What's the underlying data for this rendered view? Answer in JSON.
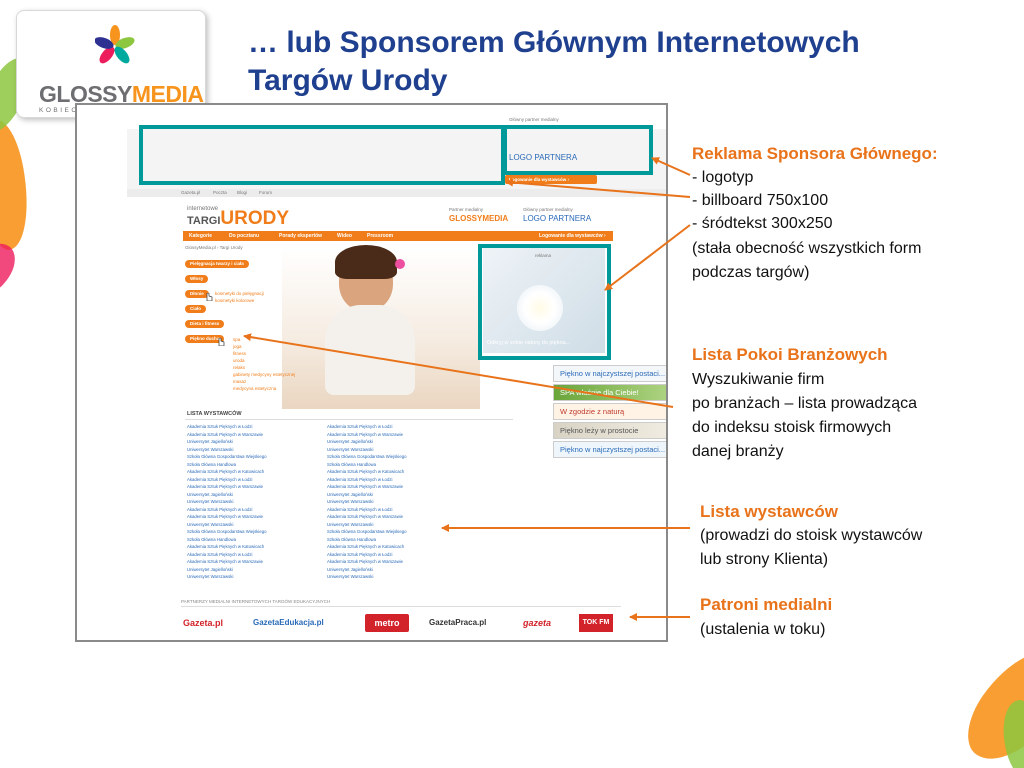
{
  "logo": {
    "word_glossy": "GLOSSY",
    "word_media": "MEDIA",
    "tagline": "KOBIECA STRONA INTERNETU"
  },
  "title": "… lub Sponsorem Głównym Internetowych Targów Urody",
  "website": {
    "top_partner_label": "Główny partner medialny",
    "top_partner_logo": "LOGO PARTNERA",
    "top_login": "Logowanie dla wystawców ›",
    "top_links": [
      "Gazeta.pl",
      "Poczta",
      "Blogi",
      "Forum"
    ],
    "site_name_prefix": "TARGI",
    "site_name": "URODY",
    "site_name_small": "internetowe",
    "header_partner_label_1": "Partner medialny",
    "header_partner_glossy": "GLOSSYMEDIA",
    "header_partner_label_2": "Główny partner medialny",
    "header_partner_logo": "LOGO PARTNERA",
    "nav": [
      "Kategorie",
      "Do pocztanu",
      "Porady ekspertów",
      "Wideo",
      "Pressroom"
    ],
    "nav_login": "Logowanie dla wystawców ›",
    "breadcrumb": "GlossyMedia.pl › Targi Urody",
    "categories": [
      "Pielęgnacja twarzy i ciała",
      "Włosy",
      "Dłonie",
      "Ciało",
      "Dieta i fitness",
      "Piękno ducha"
    ],
    "sub_dlonie": [
      "kosmetyki do pielęgnacji",
      "kosmetyki kolorowe"
    ],
    "sub_pieknoducha": [
      "spa",
      "joga",
      "fitness",
      "uroda",
      "relaks",
      "gabinety medycyny estetycznej",
      "masaż",
      "medycyna estetyczna"
    ],
    "ad_label": "reklama",
    "ad_caption": "Odkryj w sobie naturę do piękna...",
    "exhibitors_heading": "LISTA WYSTAWCÓW",
    "exhibitors_col1": [
      "Akademia Sztuk Pięknych w Łodzi",
      "Akademia Sztuk Pięknych w Warszawie",
      "Uniwersytet Jagielloński",
      "Uniwersytet Warszawski",
      "Szkoła Główna Gospodarstwa Wiejskiego",
      "Szkoła Główna Handlowa",
      "Akademia Sztuk Pięknych w Katowicach",
      "Akademia Sztuk Pięknych w Łodzi",
      "Akademia Sztuk Pięknych w Warszawie",
      "Uniwersytet Jagielloński",
      "Uniwersytet Warszawski",
      "Akademia Sztuk Pięknych w Łodzi",
      "Akademia Sztuk Pięknych w Warszawie",
      "Uniwersytet Warszawski",
      "Szkoła Główna Gospodarstwa Wiejskiego",
      "Szkoła Główna Handlowa",
      "Akademia Sztuk Pięknych w Katowicach",
      "Akademia Sztuk Pięknych w Łodzi",
      "Akademia Sztuk Pięknych w Warszawie",
      "Uniwersytet Jagielloński",
      "Uniwersytet Warszawski"
    ],
    "exhibitors_col2": [
      "Akademia Sztuk Pięknych w Łodzi",
      "Akademia Sztuk Pięknych w Warszawie",
      "Uniwersytet Jagielloński",
      "Uniwersytet Warszawski",
      "Szkoła Główna Gospodarstwa Wiejskiego",
      "Szkoła Główna Handlowa",
      "Akademia Sztuk Pięknych w Katowicach",
      "Akademia Sztuk Pięknych w Łodzi",
      "Akademia Sztuk Pięknych w Warszawie",
      "Uniwersytet Jagielloński",
      "Uniwersytet Warszawski",
      "Akademia Sztuk Pięknych w Łodzi",
      "Akademia Sztuk Pięknych w Warszawie",
      "Uniwersytet Warszawski",
      "Szkoła Główna Gospodarstwa Wiejskiego",
      "Szkoła Główna Handlowa",
      "Akademia Sztuk Pięknych w Katowicach",
      "Akademia Sztuk Pięknych w Łodzi",
      "Akademia Sztuk Pięknych w Warszawie",
      "Uniwersytet Jagielloński",
      "Uniwersytet Warszawski"
    ],
    "thumbs": [
      "Piękno w najczystszej postaci...",
      "SPA właśnie dla Ciebie!",
      "W zgodzie z naturą",
      "Piękno leży w prostocie",
      "Piękno w najczystszej postaci..."
    ],
    "partners_heading": "PARTNERZY MEDIALNI INTERNETOWYCH TARGÓW EDUKACYJNYCH",
    "partners": [
      "Gazeta.pl",
      "GazetaEdukacja.pl",
      "metro",
      "GazetaPraca.pl",
      "gazeta",
      "TOK FM"
    ]
  },
  "annotations": {
    "sponsor": {
      "title": "Reklama Sponsora Głównego:",
      "lines": [
        "- logotyp",
        "- billboard 750x100",
        "- śródtekst 300x250",
        "(stała obecność wszystkich form",
        "podczas targów)"
      ]
    },
    "rooms": {
      "title": "Lista Pokoi Branżowych",
      "lines": [
        "Wyszukiwanie firm",
        "po branżach – lista prowadząca",
        "do indeksu stoisk firmowych",
        "danej branży"
      ]
    },
    "exhibitors": {
      "title": "Lista wystawców",
      "lines": [
        "(prowadzi do stoisk wystawców",
        "lub strony Klienta)"
      ]
    },
    "media": {
      "title": "Patroni medialni",
      "lines": [
        "(ustalenia w toku)"
      ]
    }
  },
  "colors": {
    "title": "#1f3f8f",
    "accent_orange": "#e8731a",
    "highlight_teal": "#009999",
    "site_orange": "#f07d1a",
    "link_blue": "#2a6ab8"
  }
}
